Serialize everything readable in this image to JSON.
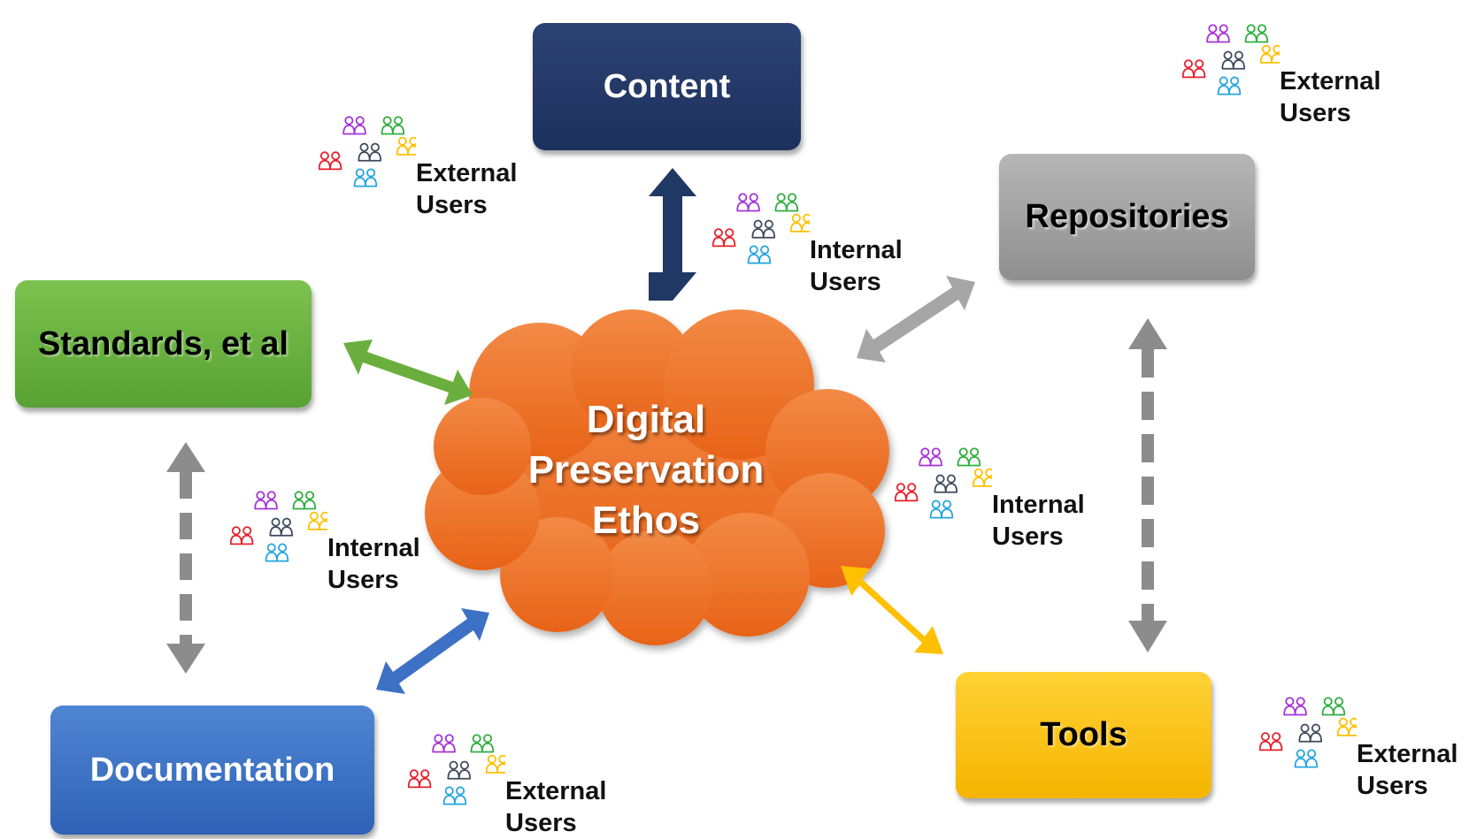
{
  "hub": {
    "lines": [
      "Digital",
      "Preservation",
      "Ethos"
    ],
    "color": "#ef7a2e"
  },
  "nodes": {
    "content": "Content",
    "repositories": "Repositories",
    "standards": "Standards, et al",
    "documentation": "Documentation",
    "tools": "Tools"
  },
  "user_groups": [
    {
      "line1": "External",
      "line2": "Users"
    },
    {
      "line1": "External",
      "line2": "Users"
    },
    {
      "line1": "Internal",
      "line2": "Users"
    },
    {
      "line1": "Internal",
      "line2": "Users"
    },
    {
      "line1": "Internal",
      "line2": "Users"
    },
    {
      "line1": "External",
      "line2": "Users"
    },
    {
      "line1": "External",
      "line2": "Users"
    }
  ],
  "people_icon_colors": [
    "#a433d6",
    "#2fae3f",
    "#ffc000",
    "#3d4a5c",
    "#e6202a",
    "#23a5df"
  ],
  "arrow_colors": {
    "content": "#1f3864",
    "repositories": "#a6a6a6",
    "standards": "#6aaf3d",
    "documentation": "#3d71c6",
    "tools": "#ffc000",
    "dashed": "#8c8c8c"
  }
}
